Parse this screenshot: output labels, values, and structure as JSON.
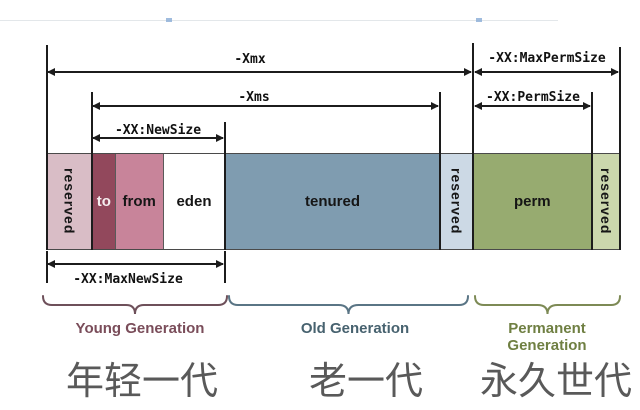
{
  "annotations": {
    "xmx": "-Xmx",
    "max_perm_size": "-XX:MaxPermSize",
    "xms": "-Xms",
    "perm_size": "-XX:PermSize",
    "new_size": "-XX:NewSize",
    "max_new_size": "-XX:MaxNewSize"
  },
  "heap": {
    "segments": [
      {
        "label": "reserved",
        "orientation": "vertical",
        "color": "#d9bdc6"
      },
      {
        "label": "to",
        "orientation": "horizontal",
        "color": "#92485c"
      },
      {
        "label": "from",
        "orientation": "horizontal",
        "color": "#c8849a"
      },
      {
        "label": "eden",
        "orientation": "horizontal",
        "color": "#ffffff"
      },
      {
        "label": "tenured",
        "orientation": "horizontal",
        "color": "#7f9cb0"
      },
      {
        "label": "reserved",
        "orientation": "vertical",
        "color": "#ccd9e5"
      },
      {
        "label": "perm",
        "orientation": "horizontal",
        "color": "#97ab70"
      },
      {
        "label": "reserved",
        "orientation": "vertical",
        "color": "#cbd7ad"
      }
    ]
  },
  "generations": [
    {
      "name": "Young Generation",
      "name_cn": "年轻一代",
      "color": "#7a4d5a",
      "brace_color": "#6e505a"
    },
    {
      "name": "Old Generation",
      "name_cn": "老一代",
      "color": "#47626f",
      "brace_color": "#5a7585"
    },
    {
      "name": "Permanent Generation",
      "name_cn": "永久世代",
      "color": "#6f7f42",
      "brace_color": "#7d8a55"
    }
  ],
  "colors": {
    "line": "#1c1c1c",
    "text": "#111111",
    "chinese_text": "#595959",
    "background": "#ffffff"
  }
}
